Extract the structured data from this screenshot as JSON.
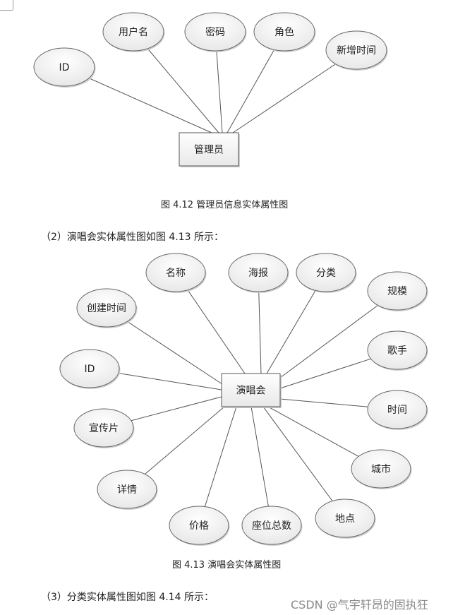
{
  "diagram1": {
    "center": "管理员",
    "attributes": [
      "ID",
      "用户名",
      "密码",
      "角色",
      "新增时间"
    ],
    "caption": "图 4.12   管理员信息实体属性图"
  },
  "para1": "（2）演唱会实体属性图如图 4.13 所示：",
  "diagram2": {
    "center": "演唱会",
    "attributes": [
      "名称",
      "海报",
      "分类",
      "规模",
      "创建时间",
      "歌手",
      "ID",
      "时间",
      "宣传片",
      "城市",
      "详情",
      "价格",
      "座位总数",
      "地点"
    ],
    "caption": "图 4.13   演唱会实体属性图"
  },
  "para2": "（3）分类实体属性图如图 4.14 所示：",
  "watermark": "CSDN @气宇轩昂的固执狂"
}
